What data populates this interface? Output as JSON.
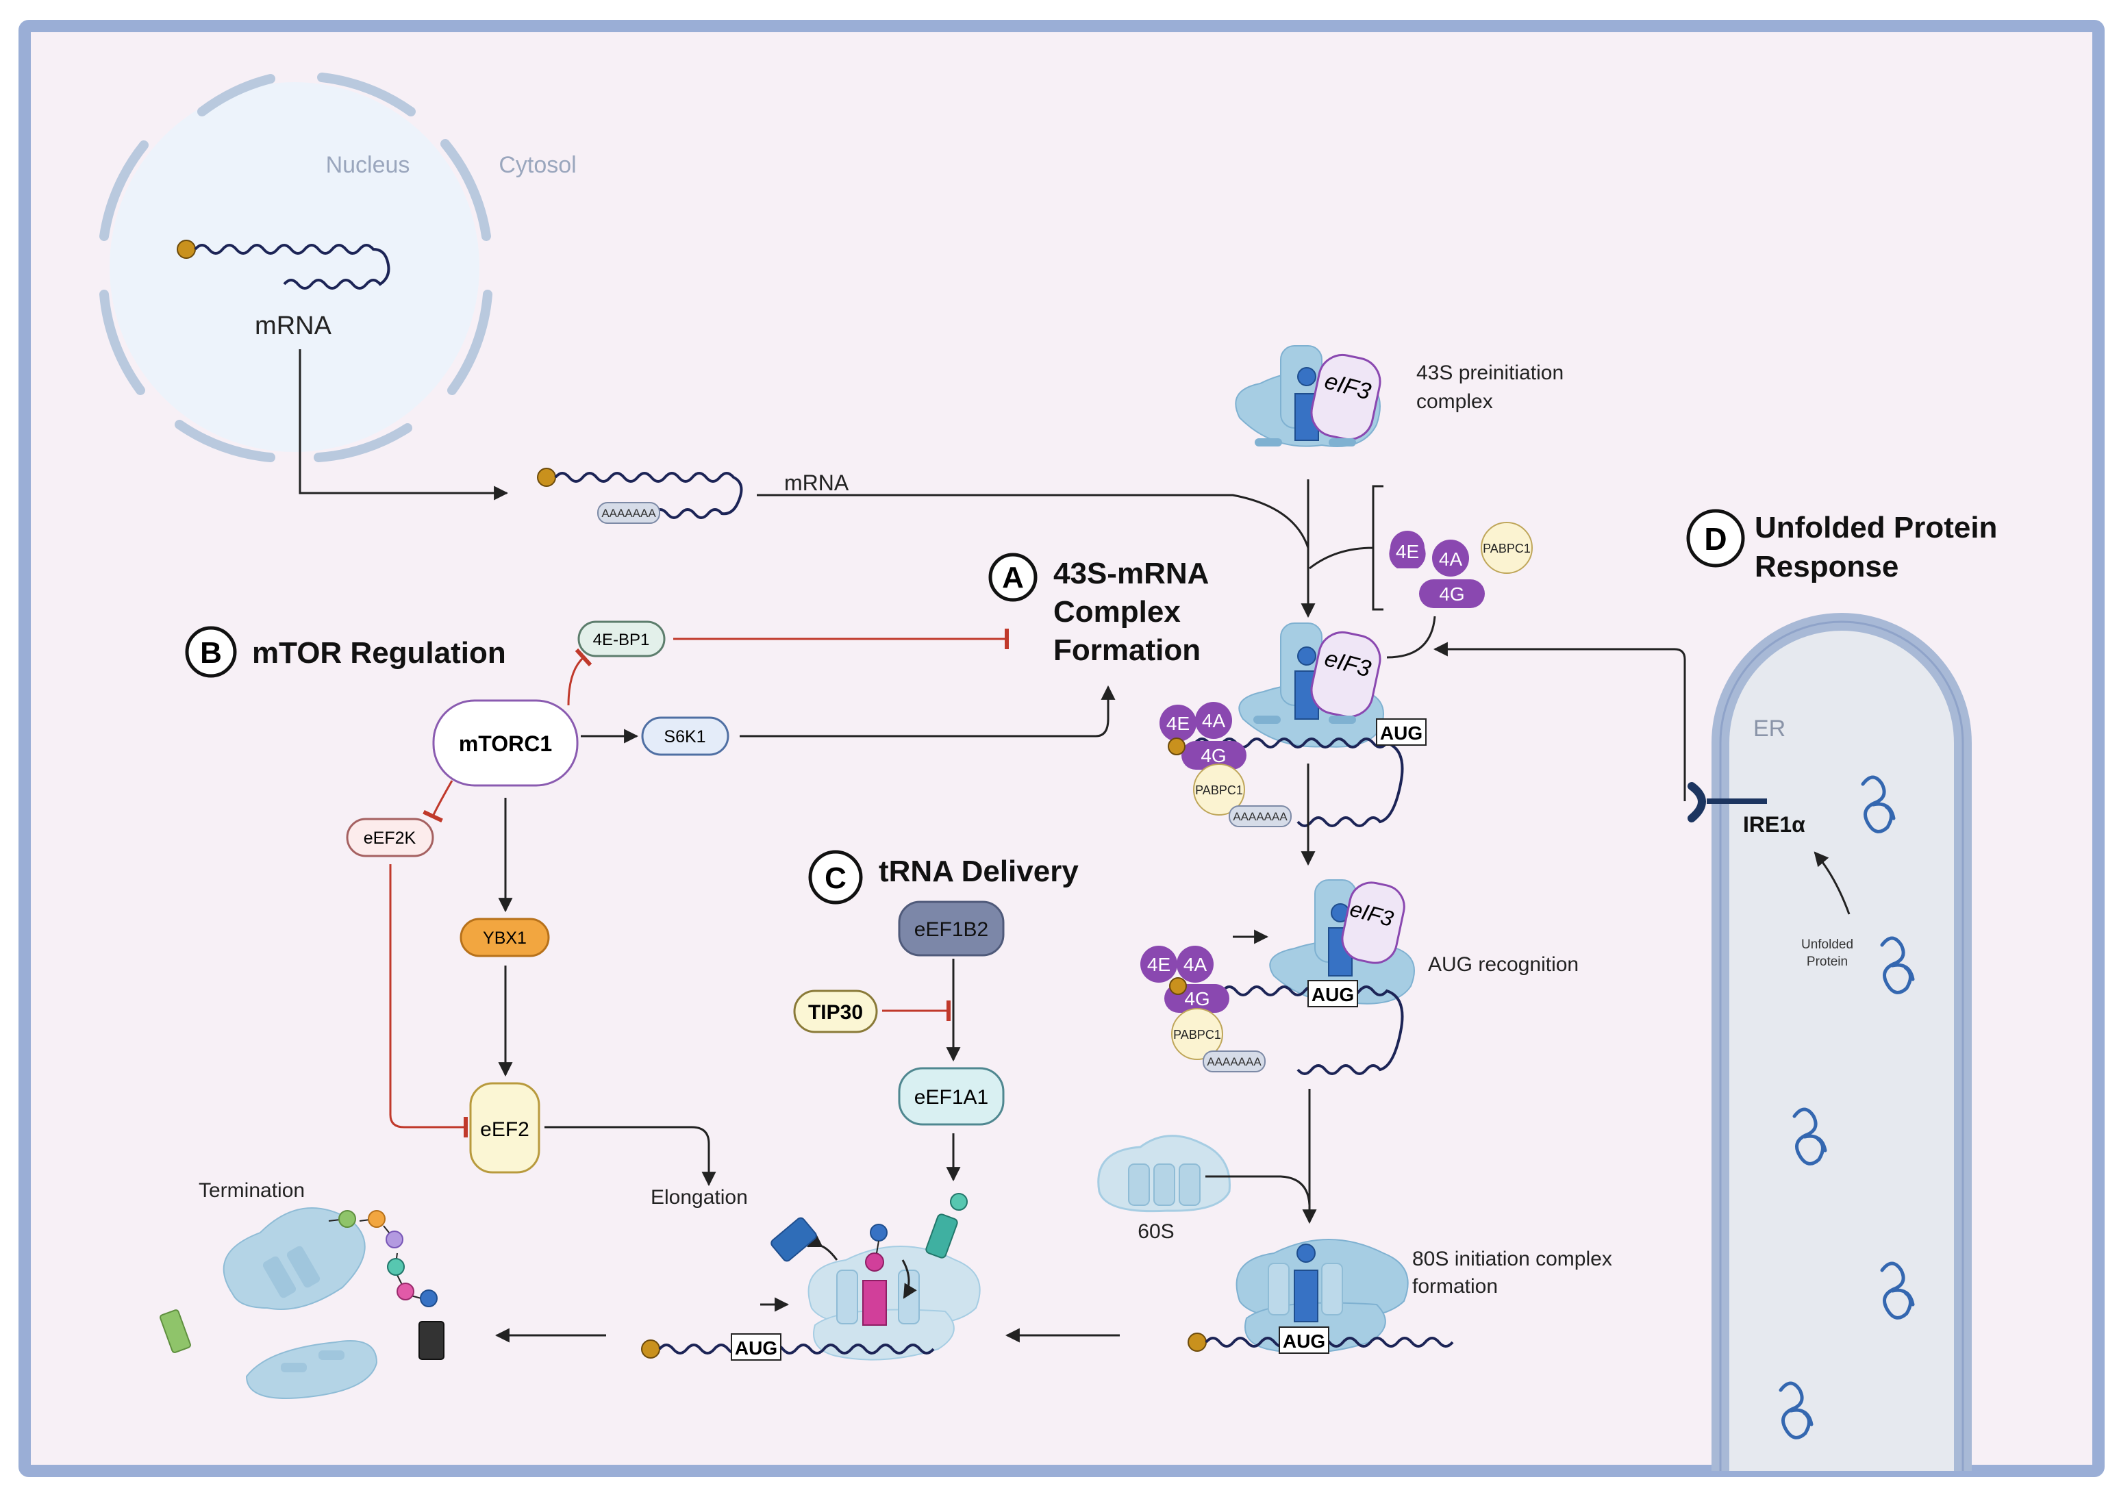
{
  "labels": {
    "nucleus": "Nucleus",
    "cytosol": "Cytosol",
    "mrna_nucleus": "mRNA",
    "mrna_cytosol": "mRNA",
    "polya": "AAAAAAA",
    "complex_43s": [
      "43S preinitiation",
      "complex"
    ],
    "aug_recognition": "AUG recognition",
    "complex_80s": [
      "80S initiation complex",
      "formation"
    ],
    "subunit_60s": "60S",
    "elongation": "Elongation",
    "termination": "Termination",
    "er": "ER",
    "ire1a": "IRE1α",
    "unfolded_protein": [
      "Unfolded",
      "Protein"
    ],
    "aug": "AUG",
    "eif3": "eIF3",
    "e4e": "4E",
    "e4a": "4A",
    "e4g": "4G",
    "pabpc1": "PABPC1"
  },
  "sections": {
    "a": {
      "letter": "A",
      "title": [
        "43S-mRNA",
        "Complex",
        "Formation"
      ]
    },
    "b": {
      "letter": "B",
      "title": "mTOR Regulation"
    },
    "c": {
      "letter": "C",
      "title": "tRNA Delivery"
    },
    "d": {
      "letter": "D",
      "title": [
        "Unfolded Protein",
        "Response"
      ]
    }
  },
  "nodes": {
    "mtorc1": "mTORC1",
    "e4ebp1": "4E-BP1",
    "s6k1": "S6K1",
    "eef2k": "eEF2K",
    "ybx1": "YBX1",
    "eef2": "eEF2",
    "eef1b2": "eEF1B2",
    "tip30": "TIP30",
    "eef1a1": "eEF1A1"
  },
  "colors": {
    "frame": "#9aaed6",
    "background": "#f7f0f6",
    "nucleus_fill": "#edf3fb",
    "membrane": "#b9c9de",
    "ribosome": "#a6cde3",
    "ribosome_dark": "#7fb1d1",
    "trna_blue": "#3772c4",
    "eif_purple": "#8a48b0",
    "pabpc1": "#fbf3d1",
    "inhibition": "#c0392b",
    "arrow": "#222222",
    "cap": "#c9911d",
    "mrna_line": "#1c2456",
    "ybx1": "#f2a640",
    "eef1b2": "#7c87a8",
    "eef1a1": "#d9f0f2",
    "eef2": "#fbf6d4",
    "mtorc1_border": "#8a5bb0",
    "er_wall": "#a8b9d6",
    "er_lumen": "#e6e9ef",
    "protein": "#3467b0"
  }
}
